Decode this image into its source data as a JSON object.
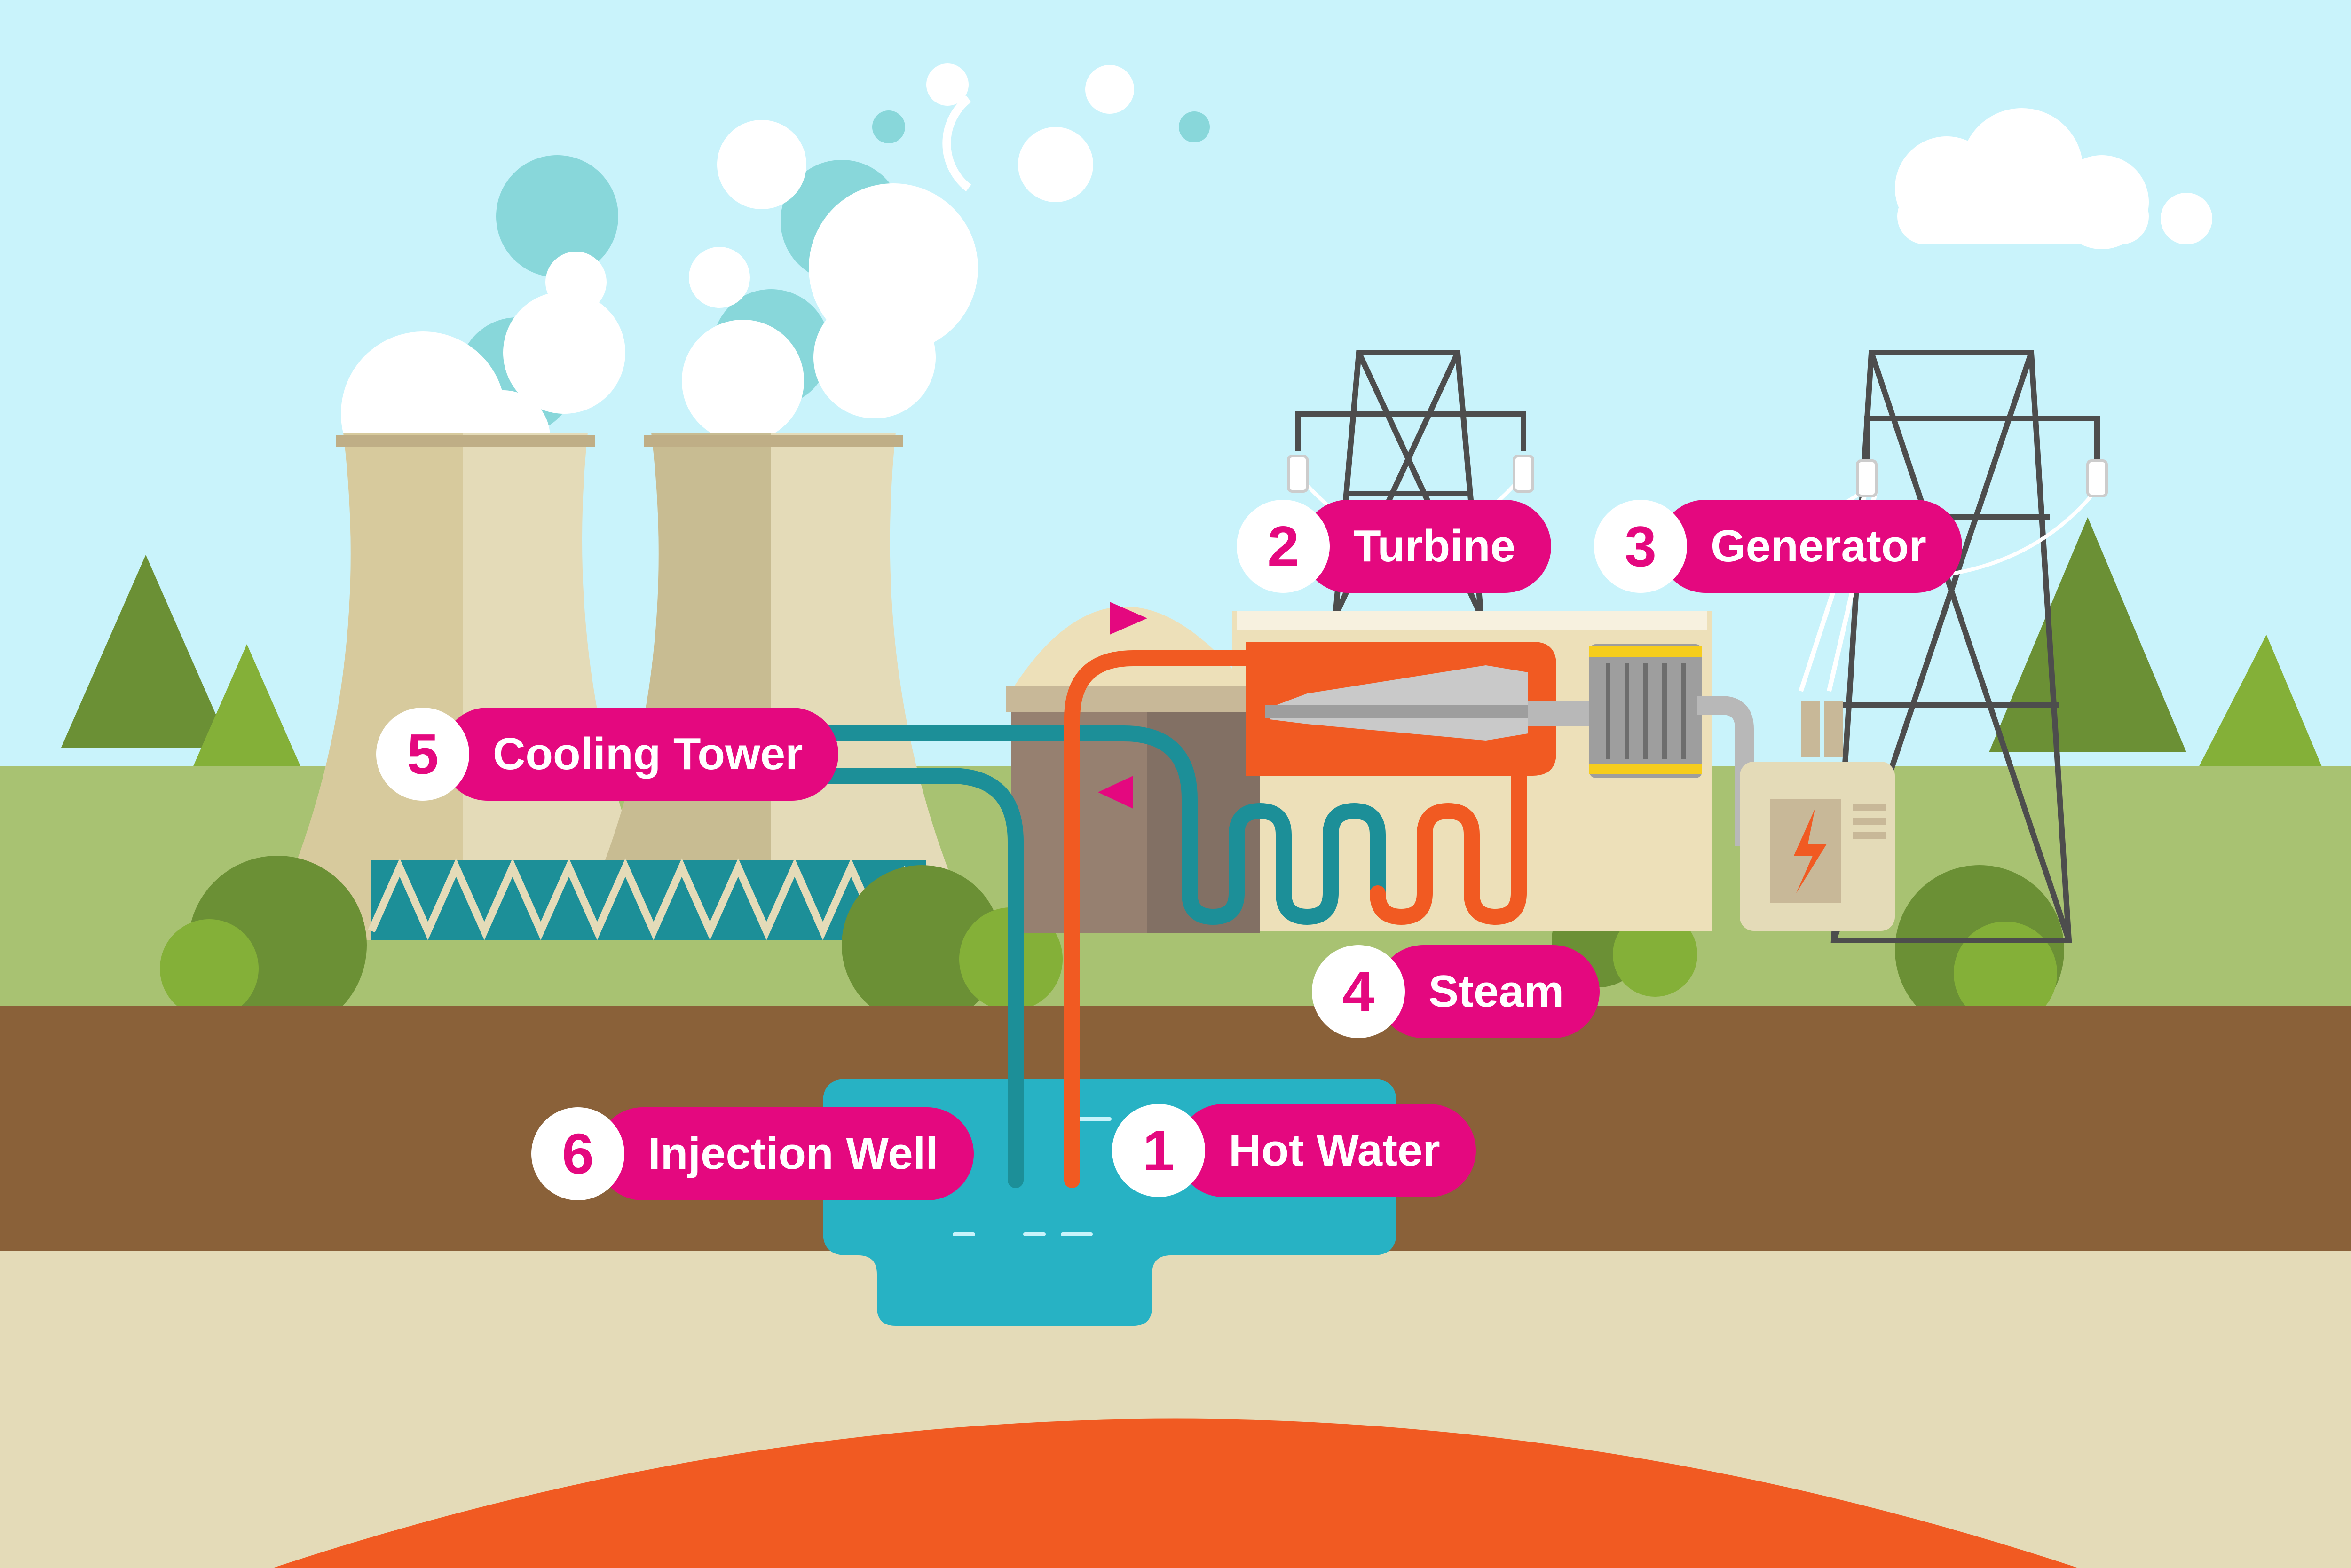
{
  "colors": {
    "sky": "#c9f3fb",
    "grass": "#a8c272",
    "soil": "#8a6139",
    "bedrock": "#e4dbb8",
    "magma": "#f15a22",
    "reservoir": "#27b2c4",
    "cold_pipe": "#1c8f98",
    "hot_pipe": "#f15a22",
    "label_pill": "#e4087f",
    "label_number": "#ffffff"
  },
  "labels": [
    {
      "number": "1",
      "text": "Hot Water"
    },
    {
      "number": "2",
      "text": "Turbine"
    },
    {
      "number": "3",
      "text": "Generator"
    },
    {
      "number": "4",
      "text": "Steam"
    },
    {
      "number": "5",
      "text": "Cooling Tower"
    },
    {
      "number": "6",
      "text": "Injection Well"
    }
  ],
  "icons": [
    "cooling-tower-icon",
    "transmission-tower-icon",
    "tree-icon",
    "bush-icon",
    "steam-cloud-icon",
    "turbine-icon",
    "generator-icon",
    "transformer-icon",
    "flow-arrow-icon",
    "lightning-bolt-icon"
  ]
}
